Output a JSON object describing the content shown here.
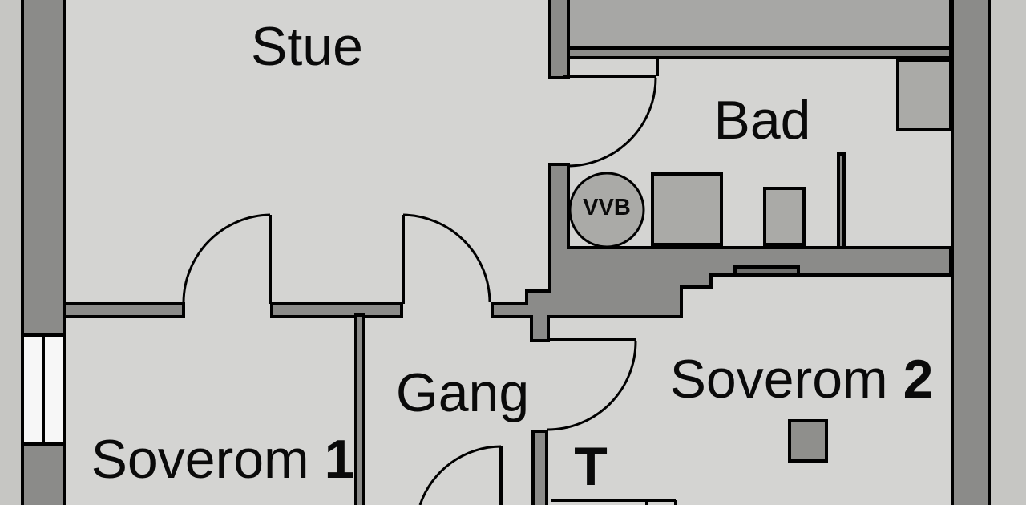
{
  "plan": {
    "title": "apartment-floor-plan",
    "rooms": {
      "stue": {
        "label": "Stue"
      },
      "bad": {
        "label": "Bad"
      },
      "gang": {
        "label": "Gang"
      },
      "soverom1": {
        "label": "Soverom",
        "number": "1"
      },
      "soverom2": {
        "label": "Soverom",
        "number": "2"
      },
      "toilet": {
        "label": "T"
      },
      "water_heater": {
        "label": "VVB"
      }
    },
    "colors": {
      "outside": "#c6c6c3",
      "floor": "#d4d4d2",
      "wall": "#8b8b89",
      "terrace": "#a7a7a5",
      "fixture": "#aaaaa7",
      "furniture": "#8f8f8c",
      "vent": "#6f6f6d",
      "window": "#f7f7f7",
      "line": "#000000"
    }
  }
}
